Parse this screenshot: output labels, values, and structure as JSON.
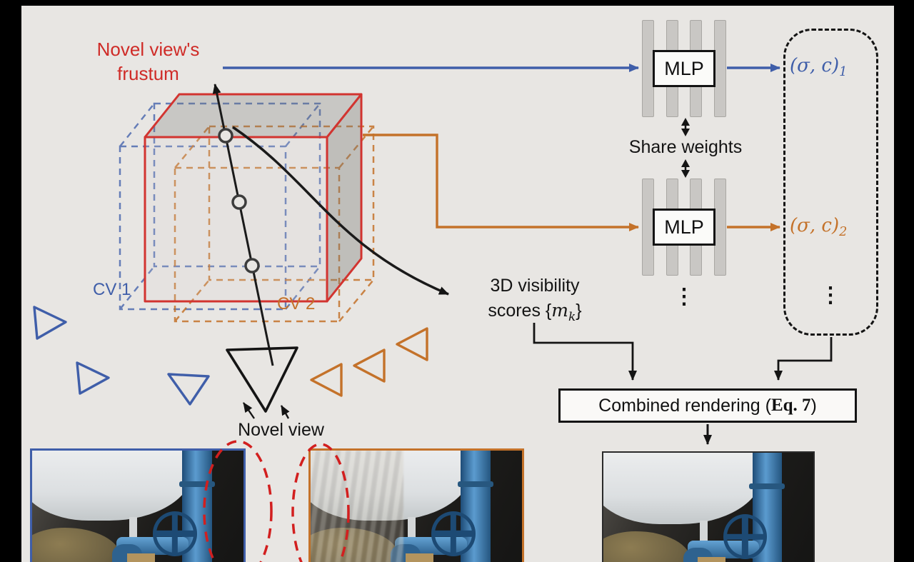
{
  "figure": {
    "frustum_label": {
      "line1": "Novel view's",
      "line2": "frustum"
    },
    "cv1_label": "CV 1",
    "cv2_label": "CV 2",
    "novel_view_label": "Novel view",
    "visibility_label": {
      "line1": "3D visibility",
      "line2_prefix": "scores {",
      "line2_var": "m",
      "line2_sub": "k",
      "line2_suffix": "}"
    },
    "mlp_label": "MLP",
    "share_weights_label": "Share weights",
    "output1": {
      "base": "(σ, c)",
      "sub": "1"
    },
    "output2": {
      "base": "(σ, c)",
      "sub": "2"
    },
    "vdots": "⋮",
    "combined_box": {
      "prefix": "Combined rendering (",
      "eq": "Eq. 7",
      "suffix": ")"
    }
  },
  "colors": {
    "novel-red": "#cf2b27",
    "cv1-blue": "#3f5ea9",
    "cv2-orange": "#c4722a",
    "ink": "#151515",
    "panel-bg": "#e8e6e3",
    "bar-gray": "#c9c7c4"
  }
}
